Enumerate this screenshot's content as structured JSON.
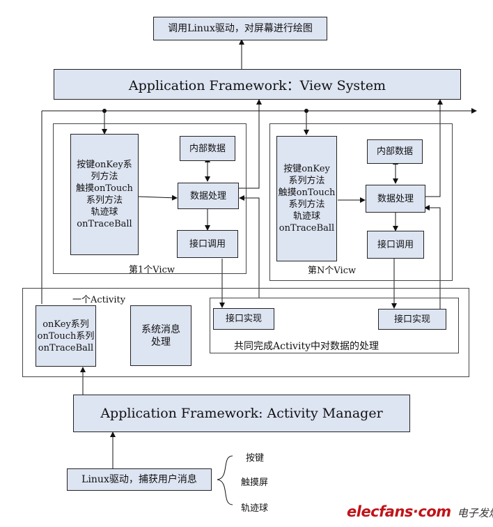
{
  "top_box": "调用Linux驱动，对屏幕进行绘图",
  "view_system": "Application Framework：View System",
  "view1": {
    "label": "第1个Vicw",
    "methods": [
      "按键onKey系",
      "列方法",
      "触摸onTouch",
      "系列方法",
      "轨迹球",
      "onTraceBall"
    ],
    "internal_data": "内部数据",
    "data_processing": "数据处理",
    "interface_call": "接口调用"
  },
  "viewN": {
    "label": "第N个Vicw",
    "methods": [
      "按键onKey",
      "系列方法",
      "触摸onTouch",
      "系列方法",
      "轨迹球",
      "onTraceBall"
    ],
    "internal_data": "内部数据",
    "data_processing": "数据处理",
    "interface_call": "接口调用"
  },
  "activity": {
    "label": "一个Activity",
    "on_series": [
      "onKey系列",
      "onTouch系列",
      "onTraceBall"
    ],
    "system_message": [
      "系统消息",
      "处理"
    ],
    "impl1": "接口实现",
    "impl2": "接口实现",
    "shared_caption": "共同完成Activity中对数据的处理"
  },
  "activity_manager": "Application Framework: Activity Manager",
  "linux_box": "Linux驱动，捕获用户消息",
  "inputs": [
    "按键",
    "触摸屏",
    "轨迹球"
  ],
  "watermark": {
    "site": "elecfans·com",
    "cn": "电子发烧友"
  }
}
